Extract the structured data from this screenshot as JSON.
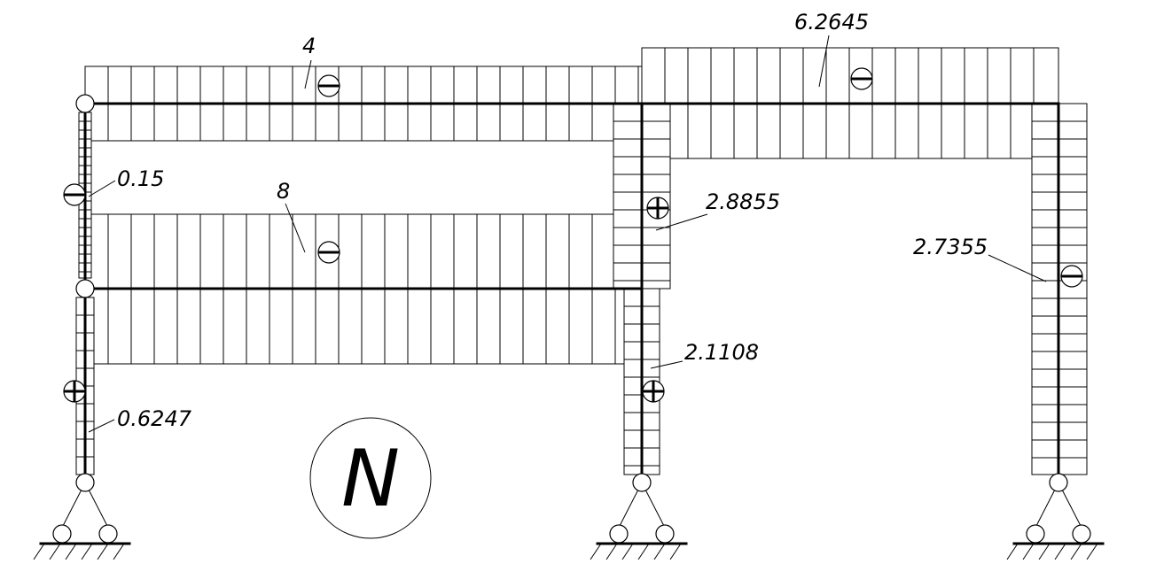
{
  "diagram_title": "N",
  "values": {
    "top_left_beam": "4",
    "top_right_beam": "6.2645",
    "left_upper_column": "0.15",
    "middle_beam": "8",
    "middle_upper_column": "2.8855",
    "right_column": "2.7355",
    "middle_lower_column": "2.1108",
    "left_lower_column": "0.6247"
  },
  "sign_symbols": {
    "compression": "minus-sign",
    "tension": "plus-sign"
  }
}
